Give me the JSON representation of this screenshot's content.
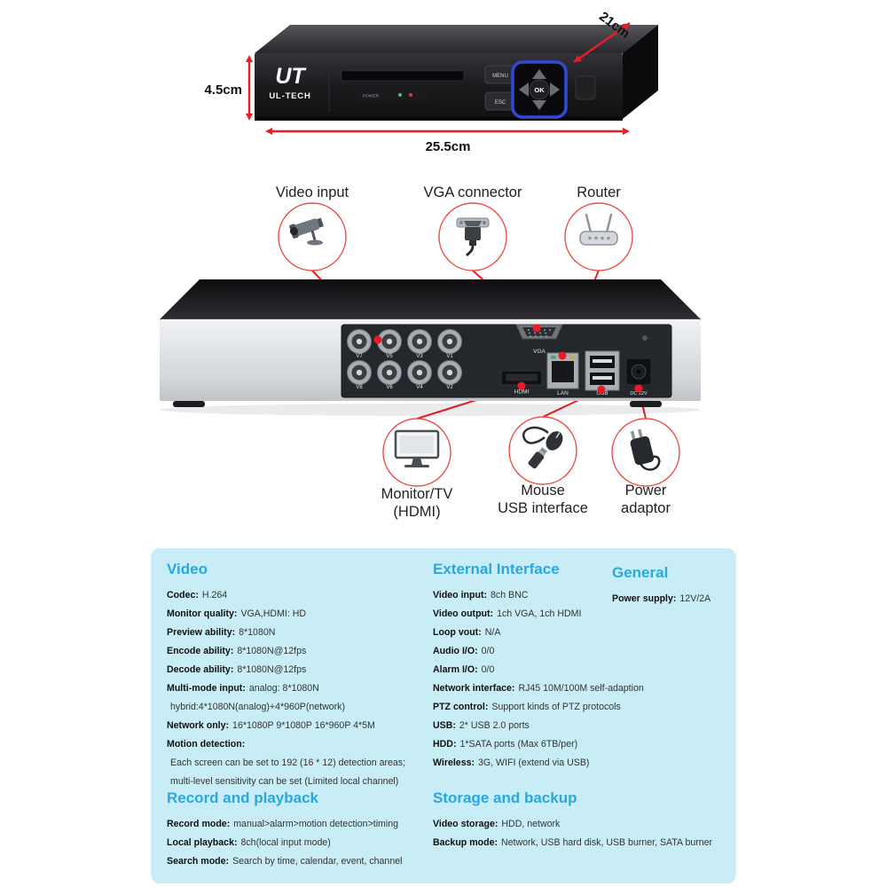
{
  "colors": {
    "accent_red": "#ed1c24",
    "heading_blue": "#29a8e0",
    "panel_bg": "#c9edf6"
  },
  "front_device": {
    "logo_text": "UT",
    "brand": "UL-TECH",
    "power_label": "POWER",
    "menu_button": "MENU",
    "esc_button": "ESC",
    "ok_button": "OK",
    "depth_label": "21cm",
    "height_label": "4.5cm",
    "width_label": "25.5cm"
  },
  "rear_device": {
    "bnc_labels": [
      "V7",
      "V5",
      "V3",
      "V1",
      "V8",
      "V6",
      "V4",
      "V2"
    ],
    "vga_label": "VGA",
    "hdmi_label": "HDMI",
    "lan_label": "LAN",
    "usb_label": "USB",
    "dc_label": "DC 12V"
  },
  "callouts": {
    "top": [
      {
        "label": "Video input",
        "icon": "camera-icon"
      },
      {
        "label": "VGA connector",
        "icon": "vga-plug-icon"
      },
      {
        "label": "Router",
        "icon": "router-icon"
      }
    ],
    "bottom": [
      {
        "line1": "Monitor/TV",
        "line2": "(HDMI)",
        "icon": "monitor-icon"
      },
      {
        "line1": "Mouse",
        "line2": "USB interface",
        "icon": "mouse-usb-icon"
      },
      {
        "line1": "Power",
        "line2": "adaptor",
        "icon": "power-adaptor-icon"
      }
    ]
  },
  "specs": {
    "video": {
      "title": "Video",
      "items": [
        {
          "label": "Codec:",
          "value": "H.264"
        },
        {
          "label": "Monitor quality:",
          "value": "VGA,HDMI: HD"
        },
        {
          "label": "Preview ability:",
          "value": "8*1080N"
        },
        {
          "label": "Encode ability:",
          "value": "8*1080N@12fps"
        },
        {
          "label": "Decode ability:",
          "value": "8*1080N@12fps"
        },
        {
          "label": "Multi-mode input:",
          "value": "analog: 8*1080N"
        },
        {
          "label": "",
          "value": "hybrid:4*1080N(analog)+4*960P(network)"
        },
        {
          "label": "Network only:",
          "value": "16*1080P  9*1080P  16*960P  4*5M"
        },
        {
          "label": "Motion detection:",
          "value": ""
        },
        {
          "label": "",
          "value": "Each screen can be set to 192 (16 * 12) detection areas;"
        },
        {
          "label": "",
          "value": "multi-level sensitivity can be set (Limited local channel)"
        }
      ]
    },
    "external": {
      "title": "External Interface",
      "items": [
        {
          "label": "Video input:",
          "value": "8ch BNC"
        },
        {
          "label": "Video output:",
          "value": "1ch VGA, 1ch HDMI"
        },
        {
          "label": "Loop vout:",
          "value": "N/A"
        },
        {
          "label": "Audio I/O:",
          "value": "0/0"
        },
        {
          "label": "Alarm I/O:",
          "value": "0/0"
        },
        {
          "label": "Network interface:",
          "value": "RJ45 10M/100M self-adaption"
        },
        {
          "label": "PTZ control:",
          "value": "Support kinds of PTZ protocols"
        },
        {
          "label": "USB:",
          "value": "2* USB 2.0 ports"
        },
        {
          "label": "HDD:",
          "value": "1*SATA ports (Max 6TB/per)"
        },
        {
          "label": "Wireless:",
          "value": "3G, WIFI (extend via USB)"
        }
      ]
    },
    "general": {
      "title": "General",
      "items": [
        {
          "label": "Power supply:",
          "value": "12V/2A"
        }
      ]
    },
    "record": {
      "title": "Record and playback",
      "items": [
        {
          "label": "Record mode:",
          "value": "manual>alarm>motion detection>timing"
        },
        {
          "label": "Local playback:",
          "value": "8ch(local input mode)"
        },
        {
          "label": "Search mode:",
          "value": "Search by time, calendar, event, channel"
        }
      ]
    },
    "storage": {
      "title": "Storage and backup",
      "items": [
        {
          "label": "Video storage:",
          "value": "HDD, network"
        },
        {
          "label": "Backup mode:",
          "value": "Network, USB hard disk, USB burner, SATA burner"
        }
      ]
    }
  }
}
